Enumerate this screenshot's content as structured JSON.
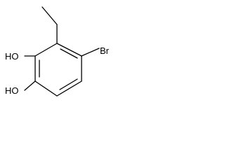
{
  "molecule": {
    "atoms": {
      "hydroxyl_top": "HO",
      "hydroxyl_bottom": "HO",
      "bromine": "Br"
    }
  }
}
